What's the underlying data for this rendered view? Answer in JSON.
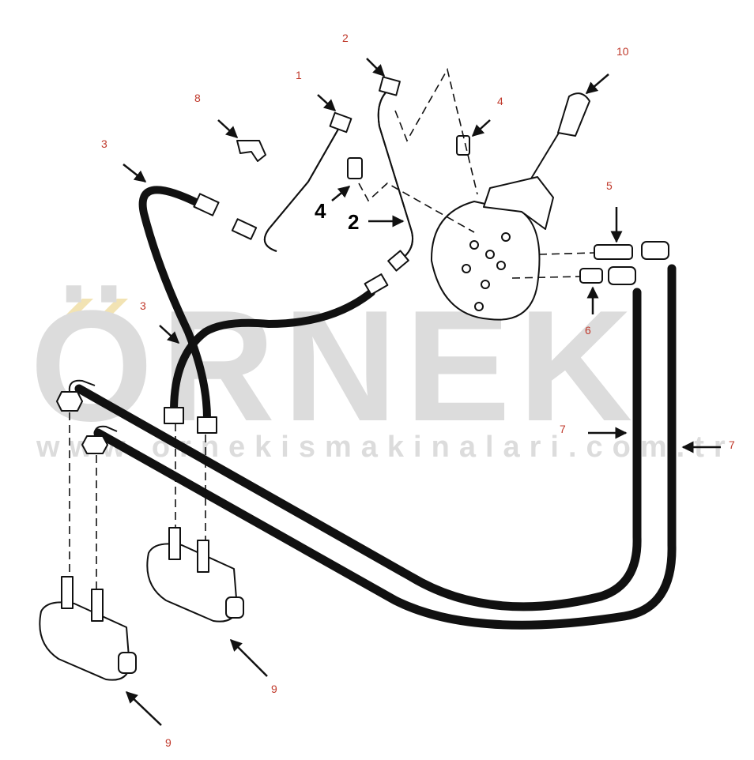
{
  "watermark": {
    "brand": "ÖRNEK",
    "url": "www.ornekismakinalari.com.tr",
    "brand_color": "#dcdcdc",
    "accent_color": "#f2e3b3"
  },
  "callouts": {
    "c1": "1",
    "c2": "2",
    "c2_bold": "2",
    "c3_top": "3",
    "c3_mid": "3",
    "c4": "4",
    "c4_bold": "4",
    "c5": "5",
    "c6": "6",
    "c7_left": "7",
    "c7_right": "7",
    "c8": "8",
    "c9_mid": "9",
    "c9_bottom": "9",
    "c10": "10"
  },
  "colors": {
    "callout": "#c0392b",
    "line": "#111111"
  }
}
